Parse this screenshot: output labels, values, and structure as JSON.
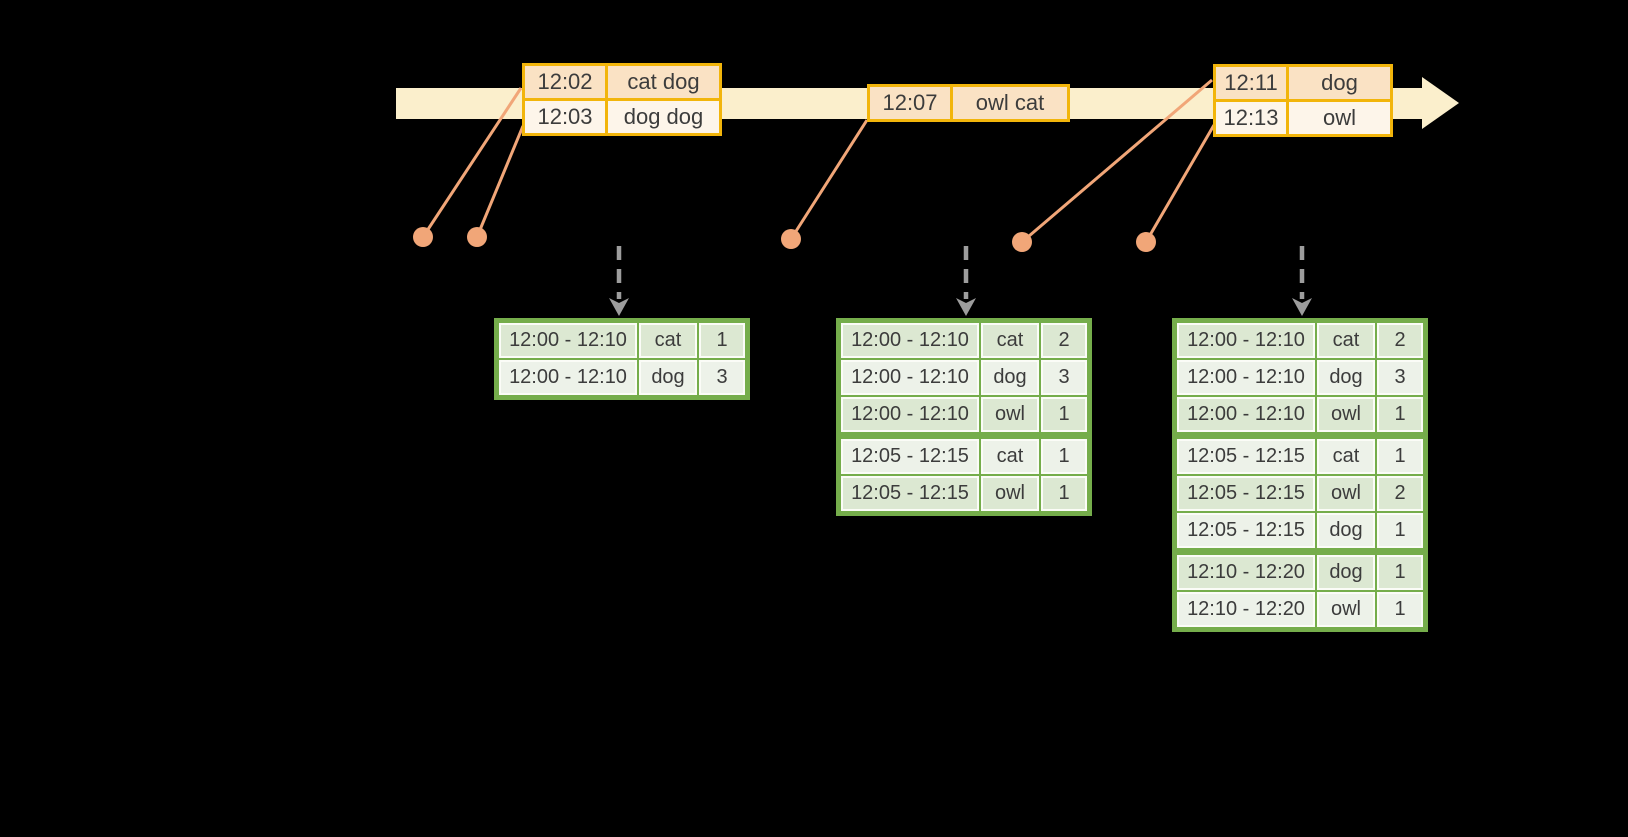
{
  "colors": {
    "background": "#000000",
    "timeline_fill": "#FBEFCC",
    "event_table_border": "#F2B50B",
    "event_row_dark": "#FAE2C4",
    "event_row_light": "#FDF5EA",
    "connector": "#F1A678",
    "result_table_border": "#75AD4B",
    "result_row_dark": "#DCE8D2",
    "result_row_light": "#EDF2E9",
    "cell_gap_white": "#FBFCF7",
    "trigger_arrow_gray": "#9D9D9D",
    "text": "#3C3C3C"
  },
  "event_tables": [
    {
      "rows": [
        {
          "time": "12:02",
          "words": "cat dog"
        },
        {
          "time": "12:03",
          "words": "dog dog"
        }
      ]
    },
    {
      "rows": [
        {
          "time": "12:07",
          "words": "owl cat"
        }
      ]
    },
    {
      "rows": [
        {
          "time": "12:11",
          "words": "dog"
        },
        {
          "time": "12:13",
          "words": "owl"
        }
      ]
    }
  ],
  "result_tables": [
    {
      "rows": [
        {
          "window": "12:00 - 12:10",
          "word": "cat",
          "count": "1"
        },
        {
          "window": "12:00 - 12:10",
          "word": "dog",
          "count": "3"
        }
      ]
    },
    {
      "rows": [
        {
          "window": "12:00 - 12:10",
          "word": "cat",
          "count": "2"
        },
        {
          "window": "12:00 - 12:10",
          "word": "dog",
          "count": "3"
        },
        {
          "window": "12:00 - 12:10",
          "word": "owl",
          "count": "1"
        },
        {
          "window": "12:05 - 12:15",
          "word": "cat",
          "count": "1"
        },
        {
          "window": "12:05 - 12:15",
          "word": "owl",
          "count": "1"
        }
      ]
    },
    {
      "rows": [
        {
          "window": "12:00 - 12:10",
          "word": "cat",
          "count": "2"
        },
        {
          "window": "12:00 - 12:10",
          "word": "dog",
          "count": "3"
        },
        {
          "window": "12:00 - 12:10",
          "word": "owl",
          "count": "1"
        },
        {
          "window": "12:05 - 12:15",
          "word": "cat",
          "count": "1"
        },
        {
          "window": "12:05 - 12:15",
          "word": "owl",
          "count": "2"
        },
        {
          "window": "12:05 - 12:15",
          "word": "dog",
          "count": "1"
        },
        {
          "window": "12:10 - 12:20",
          "word": "dog",
          "count": "1"
        },
        {
          "window": "12:10 - 12:20",
          "word": "owl",
          "count": "1"
        }
      ]
    }
  ]
}
